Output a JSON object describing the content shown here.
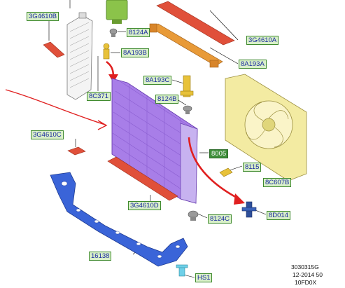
{
  "callouts": {
    "p3G4610B": "3G4610B",
    "p8124A": "8124A",
    "p8A193B": "8A193B",
    "p3G4610A": "3G4610A",
    "p8A193A": "8A193A",
    "p8C371": "8C371",
    "p8A193C": "8A193C",
    "p8124B": "8124B",
    "p3G4610C": "3G4610C",
    "p8005": "8005",
    "p8115": "8115",
    "p8C607B": "8C607B",
    "p3G4610D": "3G4610D",
    "p8124C": "8124C",
    "p8D014": "8D014",
    "p16138": "16138",
    "pHS1": "HS1"
  },
  "stamp": {
    "line1": "3030315G",
    "line2": "12-2014 50",
    "line3": "10FD0X"
  },
  "colors": {
    "radiator": "#a87ee8",
    "sealStrip": "#e0503a",
    "bracketOrange": "#e89a38",
    "fanShroud": "#f3eba2",
    "lowerCarrier": "#3a64d8",
    "flowArrow": "#e02020",
    "calloutFill": "#d8efc8",
    "calloutBorder": "#3f8a2e",
    "calloutText": "#1a2aa0",
    "highlightCallout": "#3e8e3a"
  }
}
